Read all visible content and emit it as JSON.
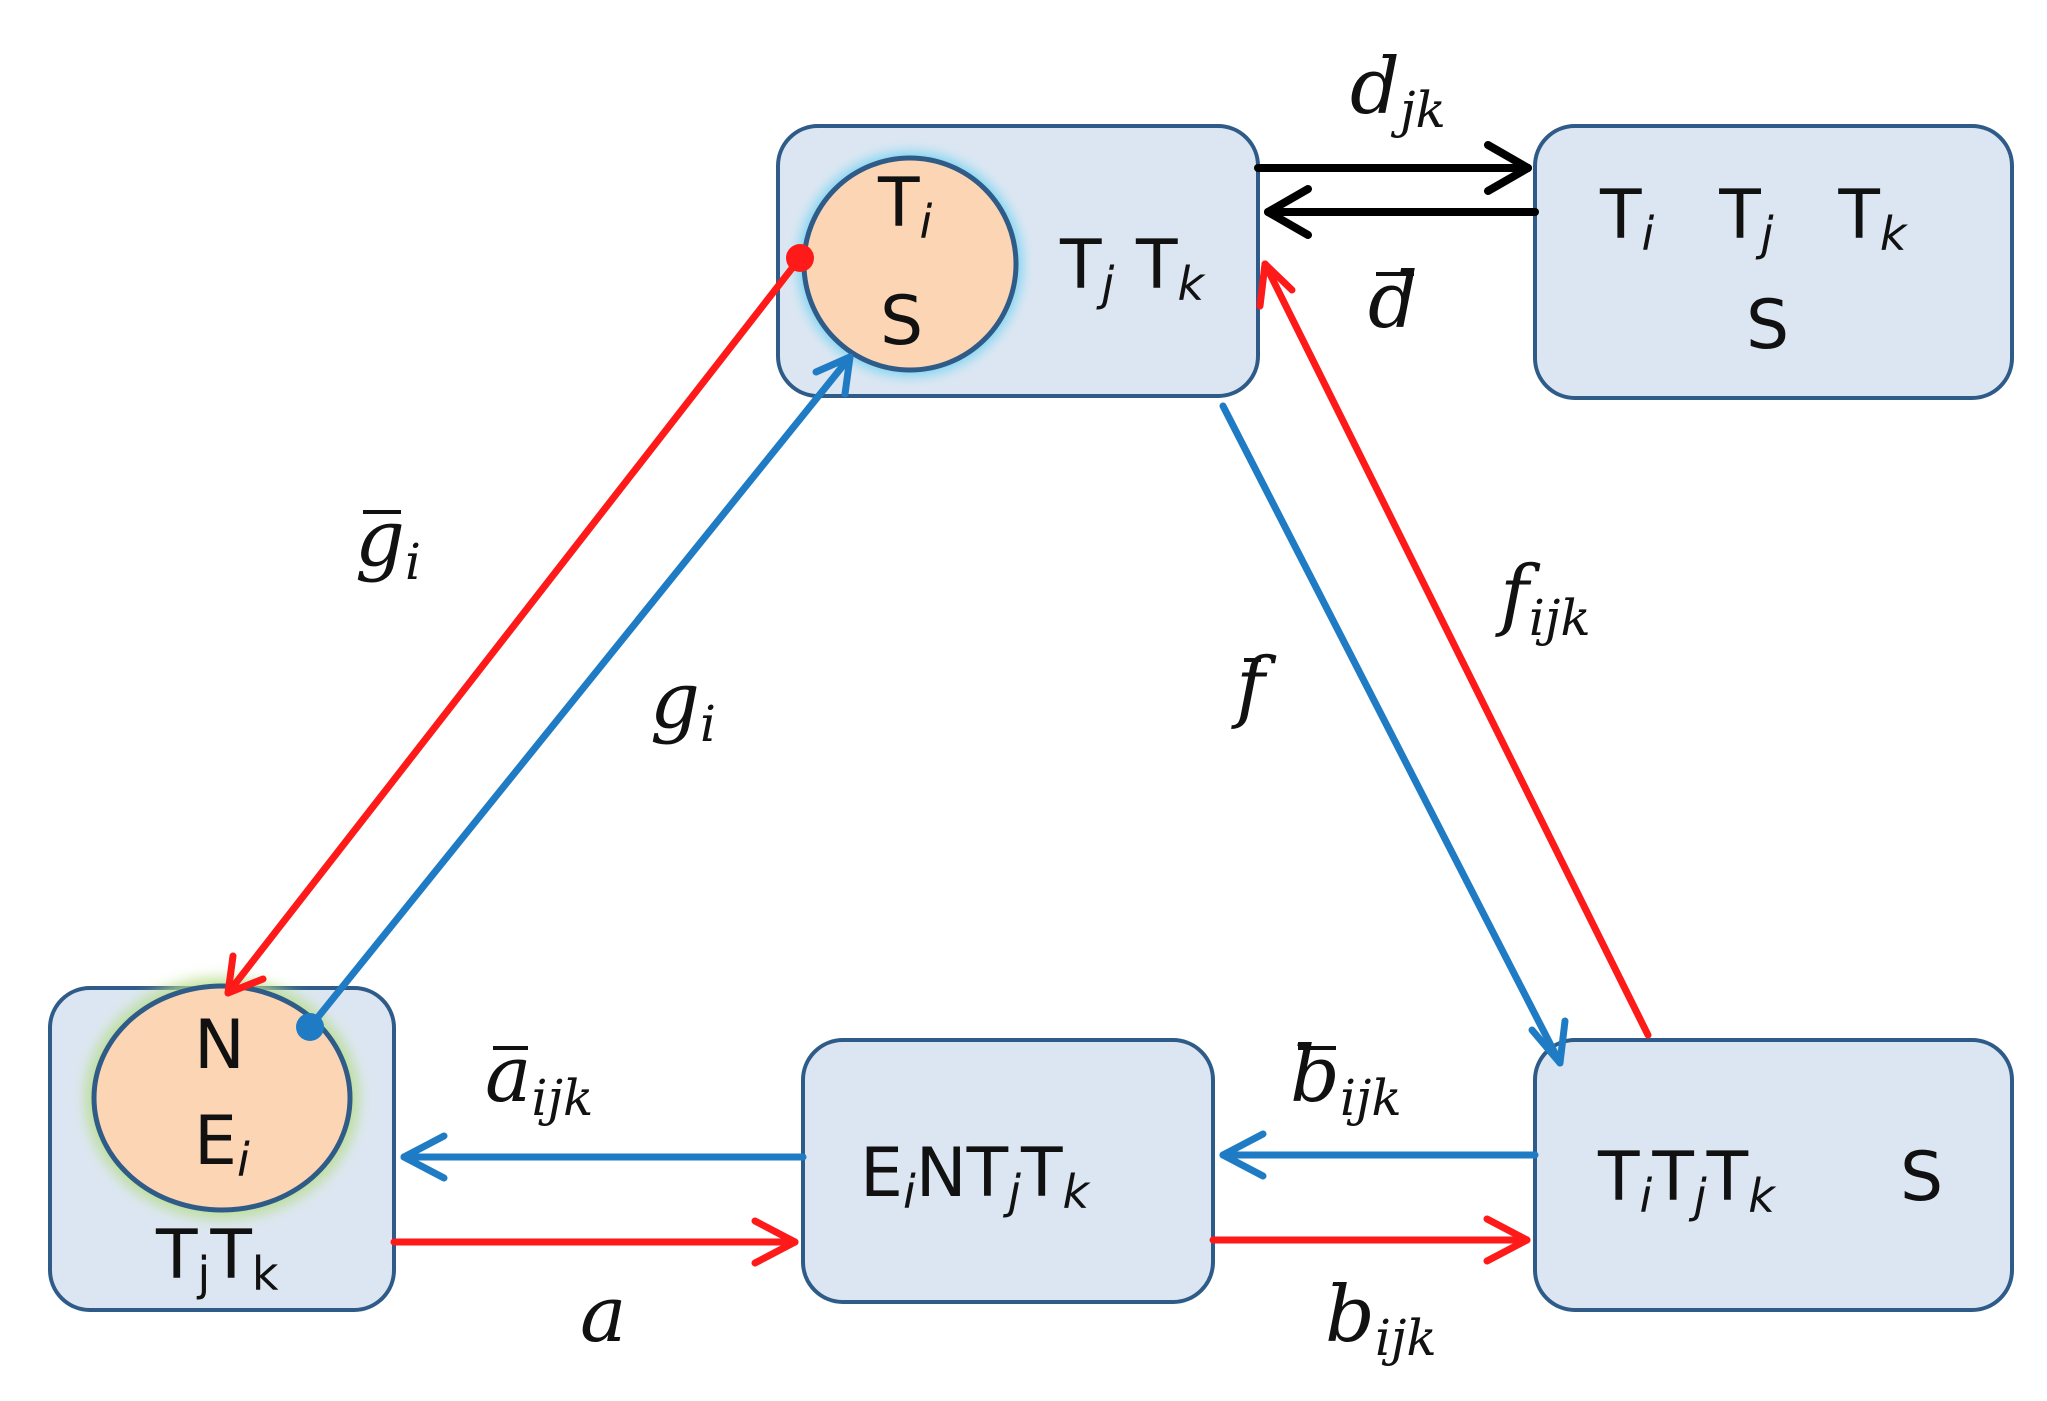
{
  "nodes": {
    "top_left_circle": {
      "line1": "T",
      "line1_sub": "i",
      "line2": "S"
    },
    "top_left_rest": {
      "t1": "T",
      "t1_sub": "j",
      "t2": "T",
      "t2_sub": "k"
    },
    "top_right": {
      "t1": "T",
      "t1_sub": "i",
      "t2": "T",
      "t2_sub": "j",
      "t3": "T",
      "t3_sub": "k",
      "line2": "S"
    },
    "bottom_left_circle": {
      "line1": "N",
      "line2": "E",
      "line2_sub": "i"
    },
    "bottom_left_rest": {
      "t1": "T",
      "t1_sub": "j",
      "t2": "T",
      "t2_sub": "k"
    },
    "bottom_mid": {
      "a": "E",
      "a_sub": "i",
      "b": "NT",
      "b_sub": "j",
      "c": "T",
      "c_sub": "k"
    },
    "bottom_right": {
      "a": "T",
      "a_sub": "i",
      "b": "T",
      "b_sub": "j",
      "c": "T",
      "c_sub": "k",
      "d": "S"
    }
  },
  "labels": {
    "d_jk": {
      "base": "d",
      "sub": "jk"
    },
    "d_bar": {
      "base": "d"
    },
    "g_bar_i": {
      "base": "g",
      "sub": "i"
    },
    "g_i": {
      "base": "g",
      "sub": "i"
    },
    "f_bar": {
      "base": "f"
    },
    "f_ijk": {
      "base": "f",
      "sub": "ijk"
    },
    "a_bar_ijk": {
      "base": "a",
      "sub": "ijk"
    },
    "a": {
      "base": "a"
    },
    "b_bar_ijk": {
      "base": "b",
      "sub": "ijk"
    },
    "b_ijk": {
      "base": "b",
      "sub": "ijk"
    }
  },
  "colors": {
    "box_fill": "#dce6f2",
    "box_stroke": "#2f5b88",
    "circle_fill": "#fcd5b5",
    "red": "#ff1a1a",
    "blue": "#1f7cc4",
    "black": "#000000"
  }
}
